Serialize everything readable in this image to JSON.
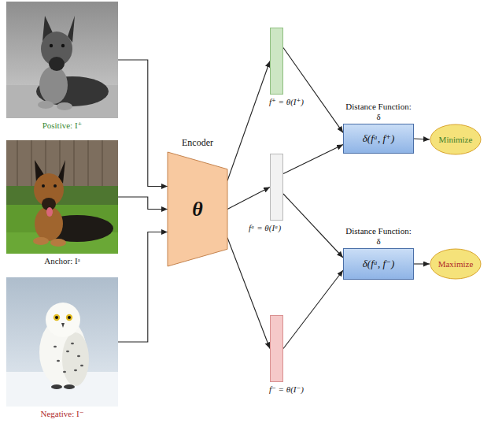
{
  "diagram": {
    "nodes": [
      {
        "text": [
          "Positive: I⁺"
        ]
      },
      {
        "text": [
          "Anchor: Iᵃ"
        ]
      },
      {
        "text": [
          "Negative: I⁻"
        ]
      },
      {
        "text": [
          "Encoder",
          "θ"
        ]
      },
      {
        "text": [
          "f⁺ = θ(I⁺)"
        ]
      },
      {
        "text": [
          "fᵃ = θ(Iᵃ)"
        ]
      },
      {
        "text": [
          "f⁻ = θ(I⁻)"
        ]
      },
      {
        "text": [
          "Distance Function: δ",
          "δ(fᵃ, f⁺)"
        ]
      },
      {
        "text": [
          "Distance Function: δ",
          "δ(fᵃ, f⁻)"
        ]
      },
      {
        "text": [
          "Minimize"
        ]
      },
      {
        "text": [
          "Maximize"
        ]
      }
    ],
    "edges": [
      {
        "from": 0,
        "to": 3,
        "arrow": "to"
      },
      {
        "from": 1,
        "to": 3,
        "arrow": "to"
      },
      {
        "from": 2,
        "to": 3,
        "arrow": "to"
      },
      {
        "from": 3,
        "to": 4,
        "arrow": "to"
      },
      {
        "from": 3,
        "to": 5,
        "arrow": "to"
      },
      {
        "from": 3,
        "to": 6,
        "arrow": "to"
      },
      {
        "from": 4,
        "to": 7,
        "arrow": "to"
      },
      {
        "from": 5,
        "to": 7,
        "arrow": "to"
      },
      {
        "from": 5,
        "to": 8,
        "arrow": "to"
      },
      {
        "from": 6,
        "to": 8,
        "arrow": "to"
      },
      {
        "from": 7,
        "to": 9,
        "arrow": "to"
      },
      {
        "from": 8,
        "to": 10,
        "arrow": "to"
      }
    ]
  }
}
